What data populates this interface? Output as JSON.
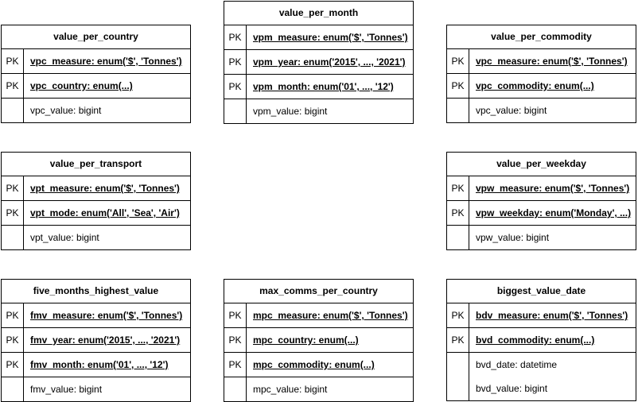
{
  "entities": [
    {
      "id": "value_per_country",
      "title": "value_per_country",
      "rows": [
        {
          "key": "PK",
          "field": "vpc_measure: enum('$', 'Tonnes')"
        },
        {
          "key": "PK",
          "field": "vpc_country: enum(...)"
        },
        {
          "key": "",
          "field": "vpc_value: bigint"
        }
      ]
    },
    {
      "id": "value_per_month",
      "title": "value_per_month",
      "rows": [
        {
          "key": "PK",
          "field": "vpm_measure: enum('$', 'Tonnes')"
        },
        {
          "key": "PK",
          "field": "vpm_year: enum('2015', ..., '2021')"
        },
        {
          "key": "PK",
          "field": "vpm_month: enum('01', ..., '12')"
        },
        {
          "key": "",
          "field": "vpm_value: bigint"
        }
      ]
    },
    {
      "id": "value_per_commodity",
      "title": "value_per_commodity",
      "rows": [
        {
          "key": "PK",
          "field": "vpc_measure: enum('$', 'Tonnes')"
        },
        {
          "key": "PK",
          "field": "vpc_commodity: enum(...)"
        },
        {
          "key": "",
          "field": "vpc_value: bigint"
        }
      ]
    },
    {
      "id": "value_per_transport",
      "title": "value_per_transport",
      "rows": [
        {
          "key": "PK",
          "field": "vpt_measure: enum('$', 'Tonnes')"
        },
        {
          "key": "PK",
          "field": "vpt_mode: enum('All', 'Sea', 'Air')"
        },
        {
          "key": "",
          "field": "vpt_value: bigint"
        }
      ]
    },
    {
      "id": "value_per_weekday",
      "title": "value_per_weekday",
      "rows": [
        {
          "key": "PK",
          "field": "vpw_measure: enum('$', 'Tonnes')"
        },
        {
          "key": "PK",
          "field": "vpw_weekday: enum('Monday', ...)"
        },
        {
          "key": "",
          "field": "vpw_value: bigint"
        }
      ]
    },
    {
      "id": "five_months_highest_value",
      "title": "five_months_highest_value",
      "rows": [
        {
          "key": "PK",
          "field": "fmv_measure: enum('$', 'Tonnes')"
        },
        {
          "key": "PK",
          "field": "fmv_year: enum('2015', ..., '2021')"
        },
        {
          "key": "PK",
          "field": "fmv_month: enum('01', ..., '12')"
        },
        {
          "key": "",
          "field": "fmv_value: bigint"
        }
      ]
    },
    {
      "id": "max_comms_per_country",
      "title": "max_comms_per_country",
      "rows": [
        {
          "key": "PK",
          "field": "mpc_measure: enum('$', 'Tonnes')"
        },
        {
          "key": "PK",
          "field": "mpc_country: enum(...)"
        },
        {
          "key": "PK",
          "field": "mpc_commodity: enum(...)"
        },
        {
          "key": "",
          "field": "mpc_value: bigint"
        }
      ]
    },
    {
      "id": "biggest_value_date",
      "title": "biggest_value_date",
      "rows": [
        {
          "key": "PK",
          "field": "bdv_measure: enum('$', 'Tonnes')"
        },
        {
          "key": "PK",
          "field": "bvd_commodity: enum(...)"
        },
        {
          "key": "",
          "field": "bvd_date: datetime"
        },
        {
          "key": "",
          "field": "bvd_value: bigint"
        }
      ]
    }
  ]
}
